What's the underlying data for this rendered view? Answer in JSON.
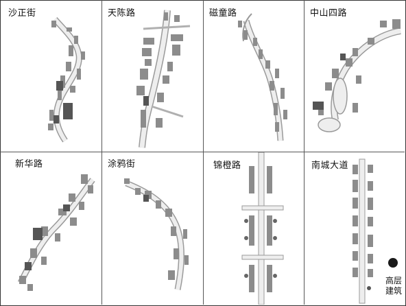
{
  "panels": [
    {
      "name": "沙正街"
    },
    {
      "name": "天陈路"
    },
    {
      "name": "磁童路"
    },
    {
      "name": "中山四路"
    },
    {
      "name": "新华路"
    },
    {
      "name": "涂鸦街"
    },
    {
      "name": "锦橙路"
    },
    {
      "name": "南城大道"
    }
  ],
  "legend": {
    "line1": "高层",
    "line2": "建筑"
  },
  "colors": {
    "road": "#e8e8e8",
    "road_edge": "#9a9a9a",
    "building": "#8c8c8c",
    "building_dark": "#555555",
    "building_light": "#b5b5b5",
    "tree": "#666666"
  }
}
